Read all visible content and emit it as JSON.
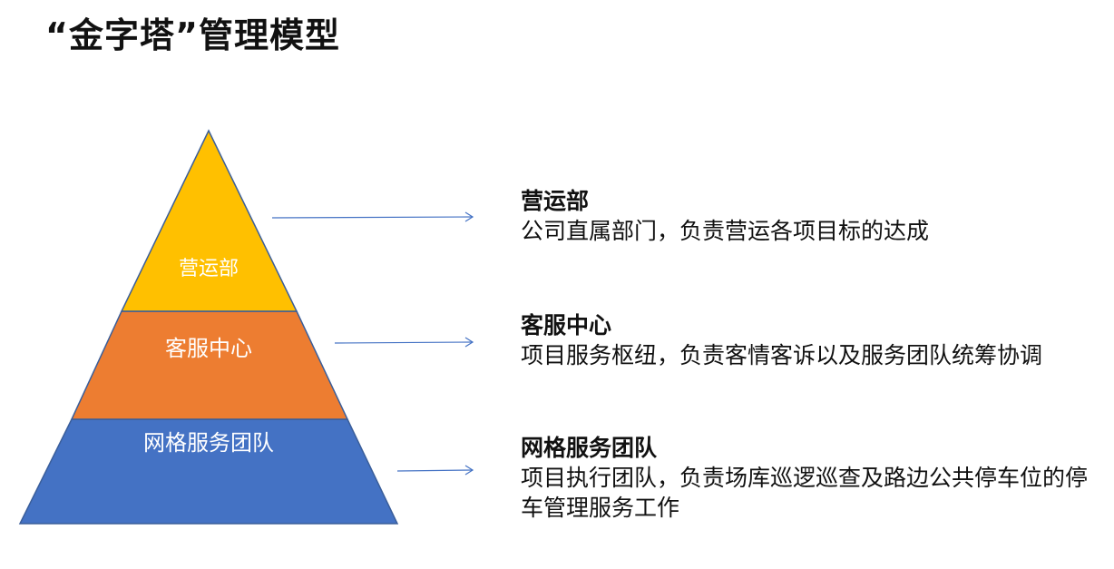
{
  "title": "“金字塔”管理模型",
  "colors": {
    "tier_top": "#FFC000",
    "tier_middle": "#ED7D31",
    "tier_bottom": "#4472C4",
    "arrow": "#4472C4",
    "outline": "#3A5E9A"
  },
  "pyramid": {
    "tiers": [
      {
        "label": "营运部"
      },
      {
        "label": "客服中心"
      },
      {
        "label": "网格服务团队"
      }
    ]
  },
  "descriptions": [
    {
      "heading": "营运部",
      "body": "公司直属部门，负责营运各项目标的达成"
    },
    {
      "heading": "客服中心",
      "body": "项目服务枢纽，负责客情客诉以及服务团队统筹协调"
    },
    {
      "heading": "网格服务团队",
      "body": "项目执行团队，负责场库巡逻巡查及路边公共停车位的停车管理服务工作"
    }
  ]
}
